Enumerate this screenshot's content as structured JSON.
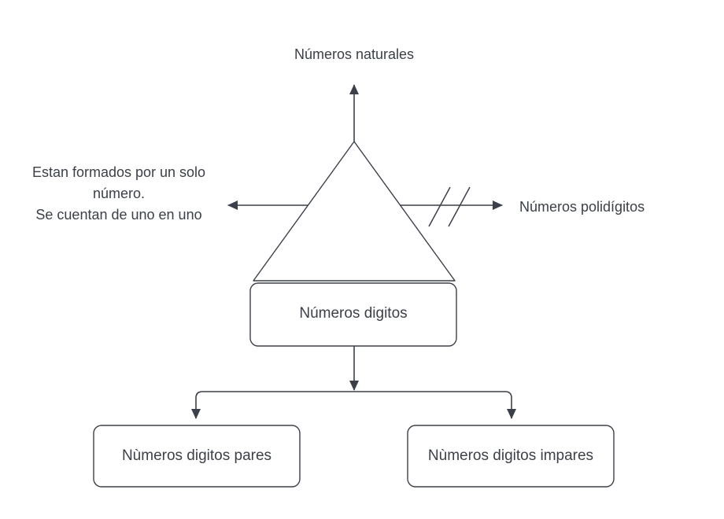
{
  "diagram": {
    "title_node": {
      "id": "numeros-naturales",
      "label": "Números naturales"
    },
    "nodes": [
      {
        "id": "numeros-digitos",
        "label": "Números digitos",
        "shape": "rounded-rectangle"
      },
      {
        "id": "numeros-digitos-pares",
        "label": "Nùmeros digitos pares",
        "shape": "rounded-rectangle"
      },
      {
        "id": "numeros-digitos-impares",
        "label": "Nùmeros digitos impares",
        "shape": "rounded-rectangle"
      }
    ],
    "annotations": [
      {
        "id": "left-note",
        "label": "Estan formados por un solo número.\nSe cuentan de uno en uno"
      },
      {
        "id": "right-branch",
        "label": "Números polidígitos"
      }
    ],
    "shapes": [
      {
        "id": "triangle",
        "type": "triangle",
        "label": ""
      }
    ],
    "connectors": [
      {
        "id": "up-arrow-to-naturales",
        "direction": "up",
        "marker": "arrowhead"
      },
      {
        "id": "left-arrow-to-note",
        "direction": "left",
        "marker": "arrowhead"
      },
      {
        "id": "right-arrow-to-polidigitos",
        "direction": "right",
        "marker": "arrowhead",
        "hatch_marks": 2
      },
      {
        "id": "down-arrow-from-digitos",
        "direction": "down",
        "marker": "arrowhead"
      },
      {
        "id": "split-to-pares",
        "direction": "down",
        "marker": "arrowhead"
      },
      {
        "id": "split-to-impares",
        "direction": "down",
        "marker": "arrowhead"
      }
    ],
    "colors": {
      "stroke": "#3b4049",
      "text": "#3b4049",
      "background": "#ffffff",
      "fill": "#ffffff"
    }
  }
}
